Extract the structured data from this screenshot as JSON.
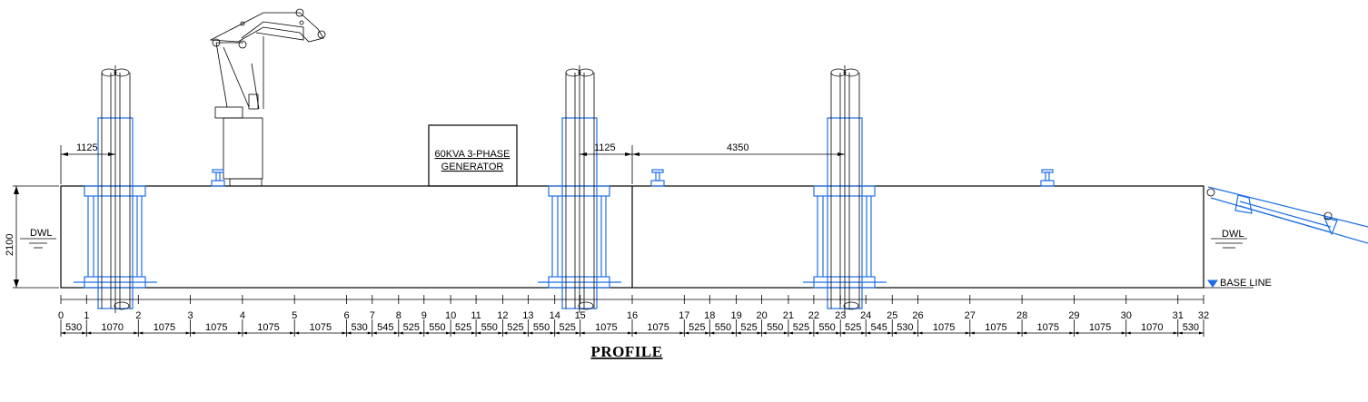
{
  "title": "PROFILE",
  "generator": {
    "line1": "60KVA 3-PHASE",
    "line2": "GENERATOR"
  },
  "dimensions": {
    "depth": "2100",
    "bow_to_spud": "1125",
    "frame15_to_16": "1125",
    "frame16_to_spud": "4350"
  },
  "labels": {
    "dwl_left": "DWL",
    "dwl_right": "DWL",
    "base_line": "BASE LINE"
  },
  "frames": [
    "0",
    "1",
    "2",
    "3",
    "4",
    "5",
    "6",
    "7",
    "8",
    "9",
    "10",
    "11",
    "12",
    "13",
    "14",
    "15",
    "16",
    "17",
    "18",
    "19",
    "20",
    "21",
    "22",
    "23",
    "24",
    "25",
    "26",
    "27",
    "28",
    "29",
    "30",
    "31",
    "32"
  ],
  "frame_spacings": [
    530,
    1070,
    1075,
    1075,
    1075,
    1075,
    530,
    545,
    525,
    550,
    525,
    550,
    525,
    550,
    525,
    1075,
    1075,
    525,
    550,
    525,
    550,
    525,
    550,
    525,
    545,
    530,
    1075,
    1075,
    1075,
    1075,
    1070,
    530
  ],
  "colors": {
    "structure": "#000000",
    "spud_well": "#1e6fe6"
  }
}
